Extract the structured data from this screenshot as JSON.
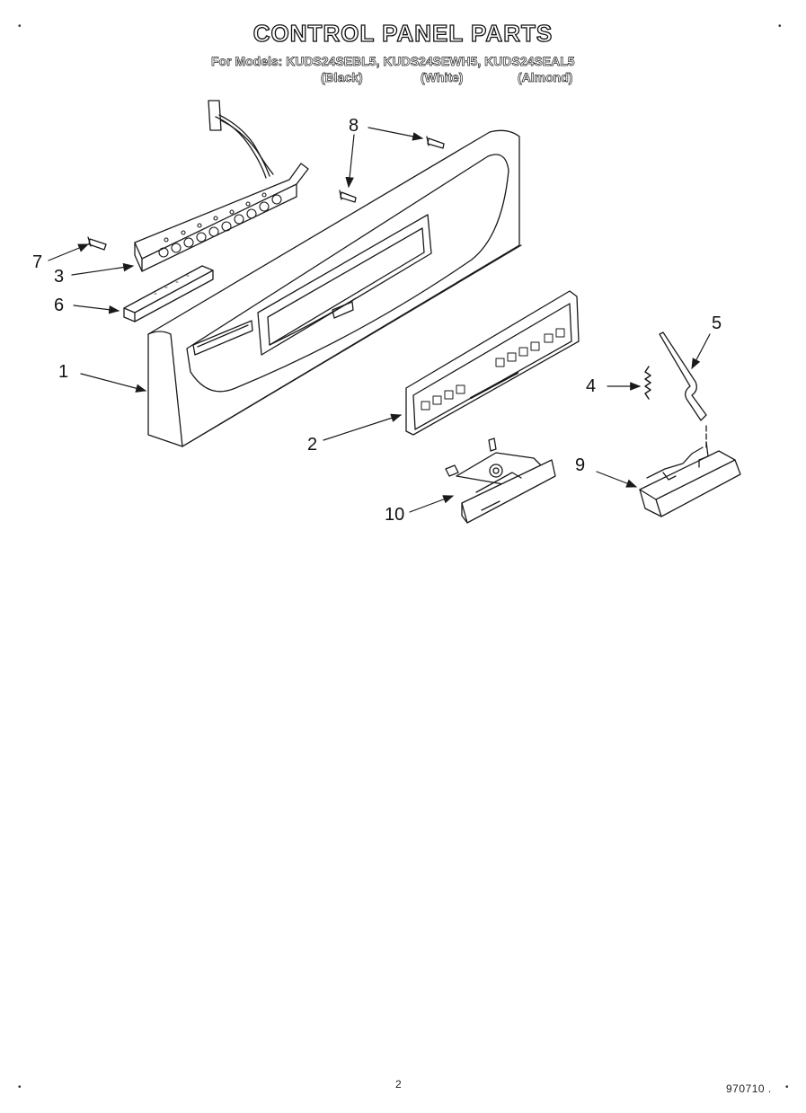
{
  "title": "CONTROL PANEL PARTS",
  "models_line": "For Models: KUDS24SEBL5, KUDS24SEWH5, KUDS24SEAL5",
  "colors": {
    "black": "(Black)",
    "white": "(White)",
    "almond": "(Almond)"
  },
  "callouts": {
    "c1": "1",
    "c2": "2",
    "c3": "3",
    "c4": "4",
    "c5": "5",
    "c6": "6",
    "c7": "7",
    "c8": "8",
    "c9": "9",
    "c10": "10"
  },
  "corner_marks": {
    "tl": "•",
    "tr": "•",
    "bl": "•",
    "br": "•"
  },
  "page_number": "2",
  "doc_code": "970710 ."
}
